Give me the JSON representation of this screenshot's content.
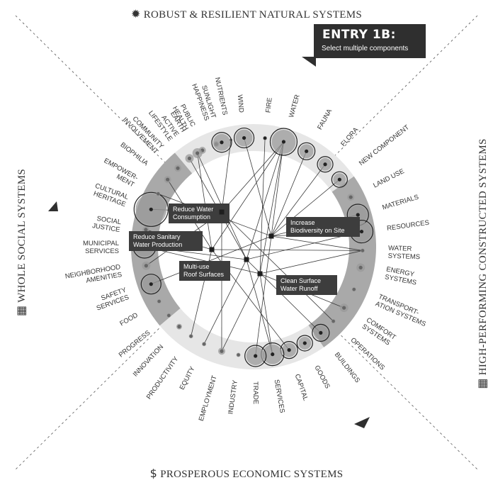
{
  "headings": {
    "top": {
      "icon": "sun-icon",
      "glyph": "✹",
      "text": "ROBUST & RESILIENT NATURAL SYSTEMS"
    },
    "bottom": {
      "icon": "dollar-icon",
      "glyph": "$",
      "text": "PROSPEROUS ECONOMIC SYSTEMS"
    },
    "left": {
      "icon": "people-icon",
      "glyph": "▦",
      "text": "WHOLE SOCIAL SYSTEMS"
    },
    "right": {
      "icon": "building-icon",
      "glyph": "▦",
      "text": "HIGH-PERFORMING CONSTRUCTED SYSTEMS"
    }
  },
  "entry": {
    "title": "ENTRY 1B:",
    "subtitle": "Select multiple components"
  },
  "colors": {
    "ring": "#e6e6e6",
    "social_band": "#a9a9a9",
    "constructed_band": "#a9a9a9",
    "component_fill": "#9a9a9a",
    "node_dark": "#333333",
    "label_bg": "#3d3d3d"
  },
  "components": [
    {
      "id": "water",
      "label": [
        "WATER"
      ]
    },
    {
      "id": "fauna",
      "label": [
        "FAUNA"
      ]
    },
    {
      "id": "flora",
      "label": [
        "FLORA"
      ]
    },
    {
      "id": "new-component",
      "label": [
        "NEW COMPONENT"
      ]
    },
    {
      "id": "land-use",
      "label": [
        "LAND USE"
      ]
    },
    {
      "id": "materials",
      "label": [
        "MATERIALS"
      ]
    },
    {
      "id": "resources",
      "label": [
        "RESOURCES"
      ]
    },
    {
      "id": "water-systems",
      "label": [
        "WATER",
        "SYSTEMS"
      ]
    },
    {
      "id": "energy-systems",
      "label": [
        "ENERGY",
        "SYSTEMS"
      ]
    },
    {
      "id": "transportation-systems",
      "label": [
        "TRANSPORT-",
        "ATION SYSTEMS"
      ]
    },
    {
      "id": "comfort-systems",
      "label": [
        "COMFORT",
        "SYSTEMS"
      ]
    },
    {
      "id": "operations",
      "label": [
        "OPERATIONS"
      ]
    },
    {
      "id": "buildings",
      "label": [
        "BUILDINGS"
      ]
    },
    {
      "id": "goods",
      "label": [
        "GOODS"
      ]
    },
    {
      "id": "capital",
      "label": [
        "CAPITAL"
      ]
    },
    {
      "id": "services",
      "label": [
        "SERVICES"
      ]
    },
    {
      "id": "trade",
      "label": [
        "TRADE"
      ]
    },
    {
      "id": "industry",
      "label": [
        "INDUSTRY"
      ]
    },
    {
      "id": "employment",
      "label": [
        "EMPLOYMENT"
      ]
    },
    {
      "id": "equity",
      "label": [
        "EQUITY"
      ]
    },
    {
      "id": "productivity",
      "label": [
        "PRODUCTIVITY"
      ]
    },
    {
      "id": "innovation",
      "label": [
        "INNOVATION"
      ]
    },
    {
      "id": "progress",
      "label": [
        "PROGRESS"
      ]
    },
    {
      "id": "food",
      "label": [
        "FOOD"
      ]
    },
    {
      "id": "safety-services",
      "label": [
        "SAFETY",
        "SERVICES"
      ]
    },
    {
      "id": "neighborhood-amenities",
      "label": [
        "NEIGHBORHOOD",
        "AMENITIES"
      ]
    },
    {
      "id": "municipal-services",
      "label": [
        "MUNICIPAL",
        "SERVICES"
      ]
    },
    {
      "id": "social-justice",
      "label": [
        "SOCIAL",
        "JUSTICE"
      ]
    },
    {
      "id": "cultural-heritage",
      "label": [
        "CULTURAL",
        "HERITAGE"
      ]
    },
    {
      "id": "empowerment",
      "label": [
        "EMPOWER-",
        "MENT"
      ]
    },
    {
      "id": "biophilia",
      "label": [
        "BIOPHILIA"
      ]
    },
    {
      "id": "community-involvement",
      "label": [
        "COMMUNITY",
        "INVOLVEMENT"
      ]
    },
    {
      "id": "active-lifestyle",
      "label": [
        "ACTIVE",
        "LIFESTYLE"
      ]
    },
    {
      "id": "public-health",
      "label": [
        "PUBLIC",
        "HEALTH"
      ]
    },
    {
      "id": "happiness",
      "label": [
        "HAPPINESS"
      ]
    },
    {
      "id": "nutrients",
      "label": [
        "NUTRIENTS"
      ]
    },
    {
      "id": "earth",
      "label": [
        "EARTH"
      ]
    },
    {
      "id": "sunlight",
      "label": [
        "SUNLIGHT"
      ]
    },
    {
      "id": "wind",
      "label": [
        "WIND"
      ]
    },
    {
      "id": "fire",
      "label": [
        "FIRE"
      ]
    }
  ],
  "actions": [
    {
      "id": "reduce-water-consumption",
      "label": [
        "Reduce Water",
        "Consumption"
      ]
    },
    {
      "id": "increase-biodiversity",
      "label": [
        "Increase",
        "Biodiversity on Site"
      ]
    },
    {
      "id": "reduce-sanitary-water",
      "label": [
        "Reduce Sanitary",
        "Water Production"
      ]
    },
    {
      "id": "multi-use-roof",
      "label": [
        "Multi-use",
        "Roof Surfaces"
      ]
    },
    {
      "id": "clean-surface-water",
      "label": [
        "Clean Surface",
        "Water Runoff"
      ]
    }
  ]
}
